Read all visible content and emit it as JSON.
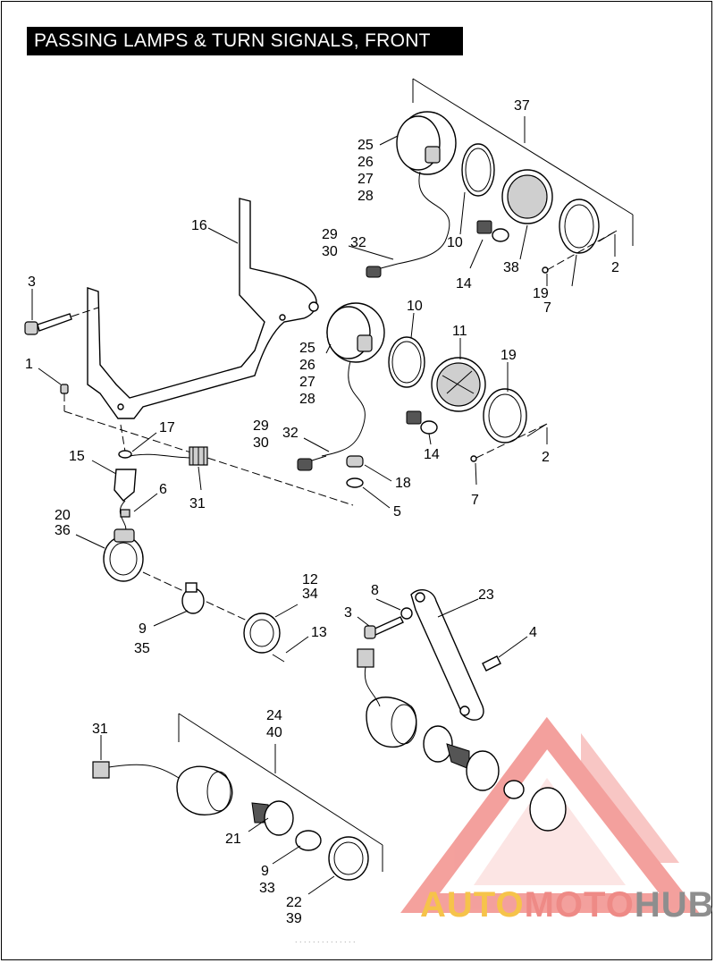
{
  "title": "PASSING LAMPS & TURN SIGNALS, FRONT",
  "watermark": {
    "part1": "AUTO",
    "part2": "MOTO",
    "part3": "HUB",
    "color1": "#f6c34a",
    "color2": "#ee8a86",
    "color3": "#8e8e8e"
  },
  "footer": ". . . . . .  .  . .  . . . . .",
  "callouts": {
    "c37": "37",
    "c25a": "25",
    "c26a": "26",
    "c27a": "27",
    "c28a": "28",
    "c16": "16",
    "c29a": "29",
    "c30a": "30",
    "c32a": "32",
    "c10a": "10",
    "c14a": "14",
    "c38": "38",
    "c19a": "19",
    "c2a": "2",
    "c7a": "7",
    "c3a": "3",
    "c10b": "10",
    "c11": "11",
    "c19b": "19",
    "c25b": "25",
    "c26b": "26",
    "c27b": "27",
    "c28b": "28",
    "c1": "1",
    "c17": "17",
    "c29b": "29",
    "c30b": "30",
    "c32b": "32",
    "c2b": "2",
    "c14b": "14",
    "c18": "18",
    "c15": "15",
    "c31a": "31",
    "c6": "6",
    "c5": "5",
    "c7b": "7",
    "c20": "20",
    "c36": "36",
    "c12": "12",
    "c34": "34",
    "c8": "8",
    "c23": "23",
    "c3b": "3",
    "c9a": "9",
    "c35": "35",
    "c13": "13",
    "c4": "4",
    "c31b": "31",
    "c24": "24",
    "c40": "40",
    "c21": "21",
    "c9b": "9",
    "c33": "33",
    "c22": "22",
    "c39": "39"
  }
}
